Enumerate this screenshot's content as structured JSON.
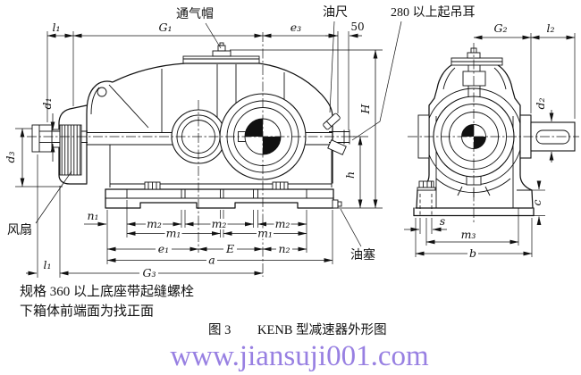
{
  "labels": {
    "breather": "通气帽",
    "dipstick": "油尺",
    "lifting_lug": "280 以上起吊耳",
    "fan": "风扇",
    "oil_plug": "油塞"
  },
  "dims": {
    "l1": "l₁",
    "G1": "G₁",
    "e3": "e₃",
    "fifty": "50",
    "H": "H",
    "h": "h",
    "d1": "d₁",
    "d3": "d₃",
    "n1": "n₁",
    "m2": "m₂",
    "m1": "m₁",
    "e1": "e₁",
    "E": "E",
    "n2": "n₂",
    "a": "a",
    "G3": "G₃",
    "G2": "G₂",
    "l2": "l₂",
    "d2": "d₂",
    "c": "c",
    "s": "s",
    "m3": "m₃",
    "b": "b"
  },
  "notes": {
    "line1": "规格 360 以上底座带起缝螺栓",
    "line2": "下箱体前端面为找正面"
  },
  "caption": {
    "fig": "图 3",
    "title": "KENB 型减速器外形图"
  },
  "watermark": {
    "text": "www.jiansuji001.com",
    "color": "#9880e2"
  }
}
